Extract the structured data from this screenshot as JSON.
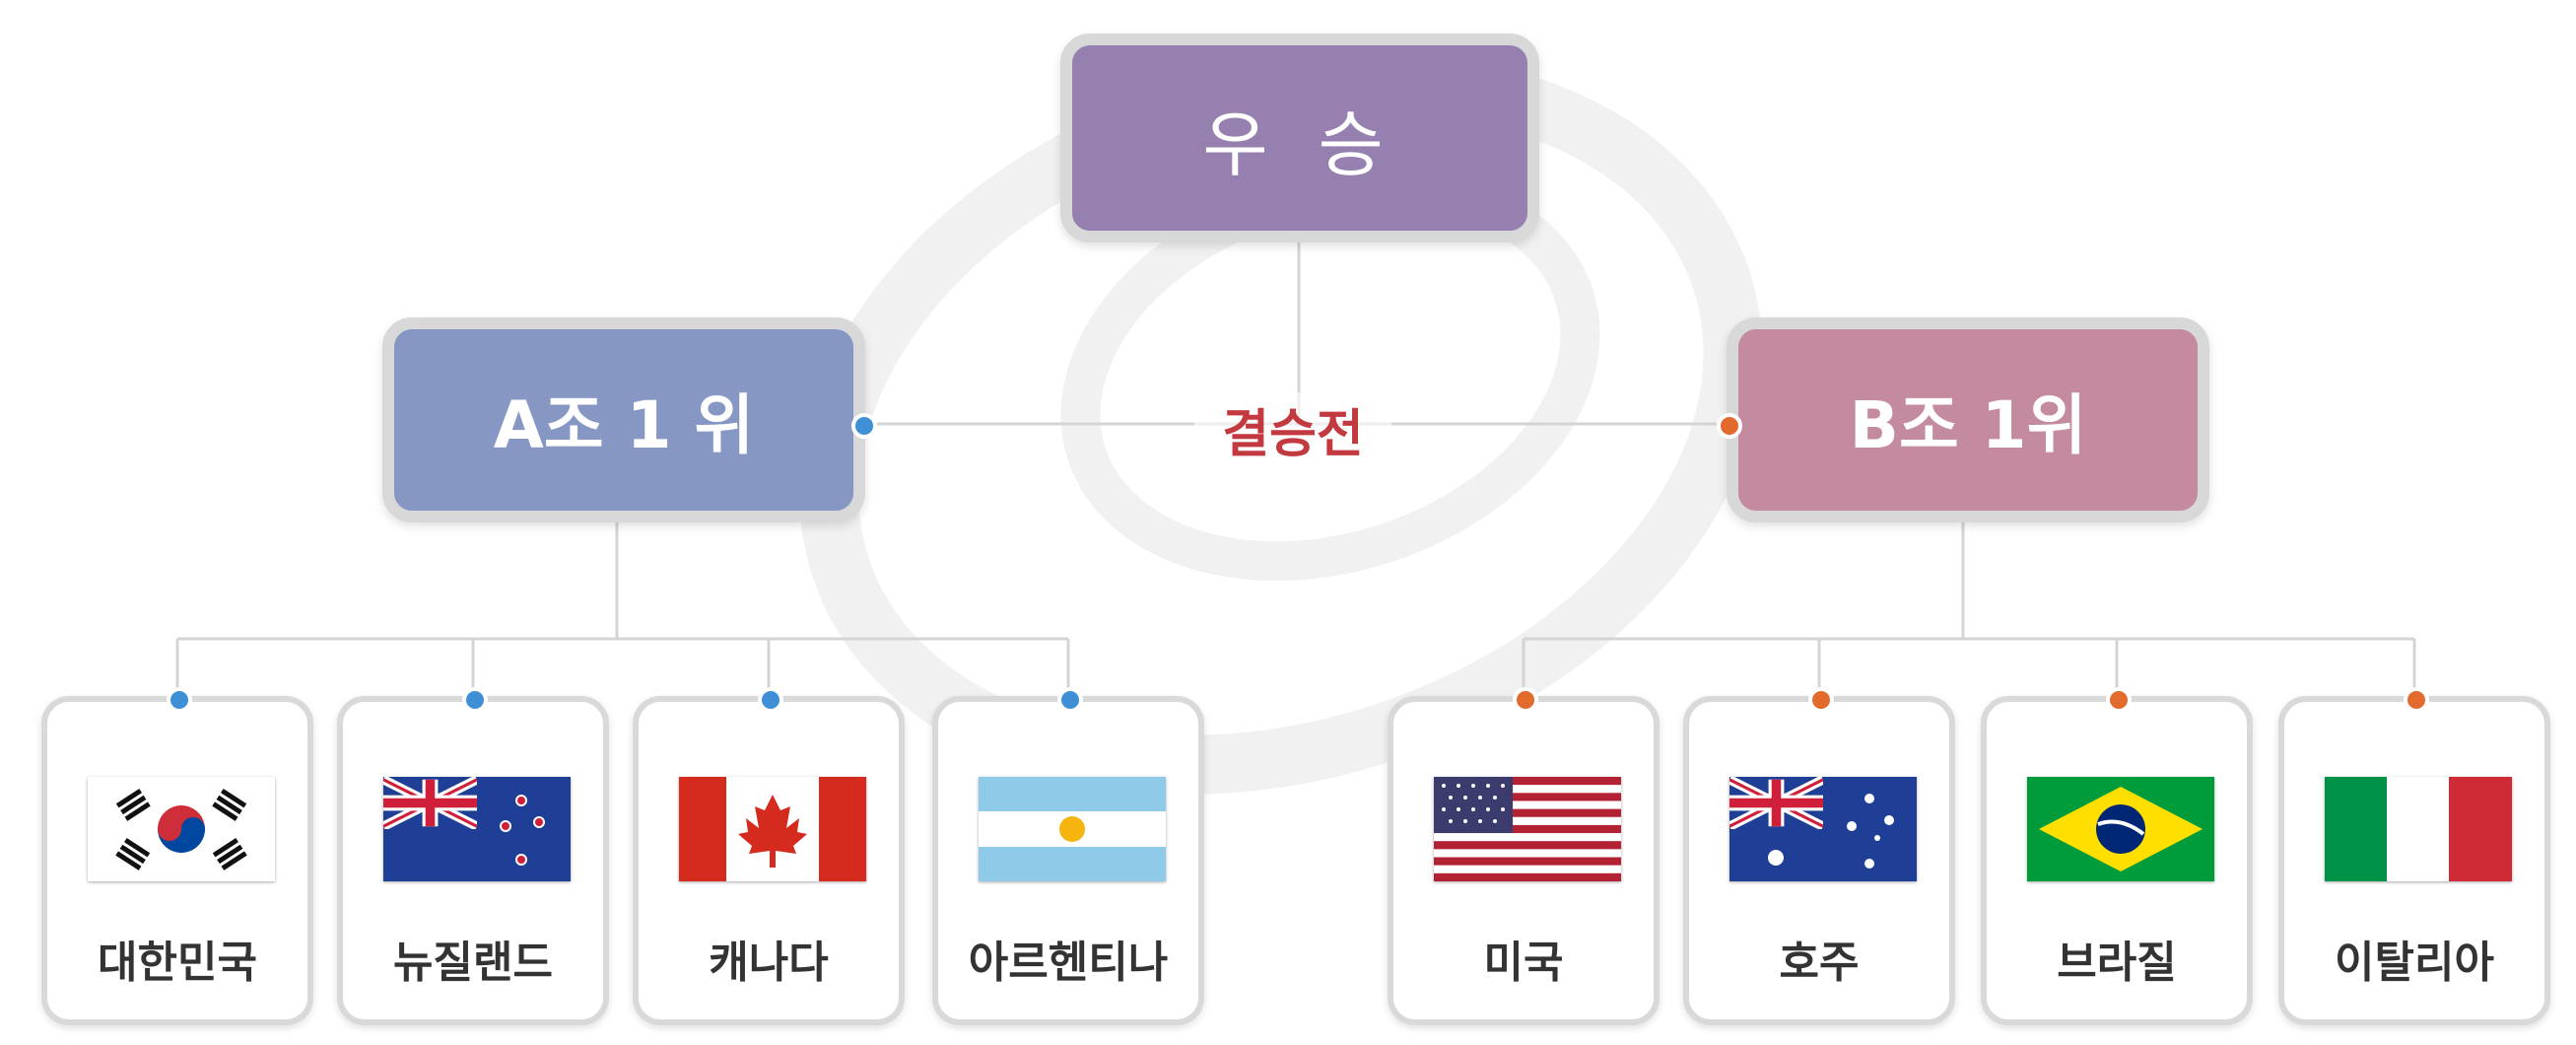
{
  "diagram": {
    "winner": {
      "label": "우 승"
    },
    "final": {
      "label": "결승전"
    },
    "groupA": {
      "label": "A조 1 위",
      "accent": "#8797c4",
      "connector_color": "#3f8fd6",
      "teams": [
        {
          "name": "대한민국",
          "flag": "korea-flag-icon"
        },
        {
          "name": "뉴질랜드",
          "flag": "new-zealand-flag-icon"
        },
        {
          "name": "캐나다",
          "flag": "canada-flag-icon"
        },
        {
          "name": "아르헨티나",
          "flag": "argentina-flag-icon"
        }
      ]
    },
    "groupB": {
      "label": "B조  1위",
      "accent": "#c38aa0",
      "connector_color": "#e26a2c",
      "teams": [
        {
          "name": "미국",
          "flag": "usa-flag-icon"
        },
        {
          "name": "호주",
          "flag": "australia-flag-icon"
        },
        {
          "name": "브라질",
          "flag": "brazil-flag-icon"
        },
        {
          "name": "이탈리아",
          "flag": "italy-flag-icon"
        }
      ]
    },
    "winner_color": "#9580b0",
    "final_label_color": "#c23a3f"
  }
}
